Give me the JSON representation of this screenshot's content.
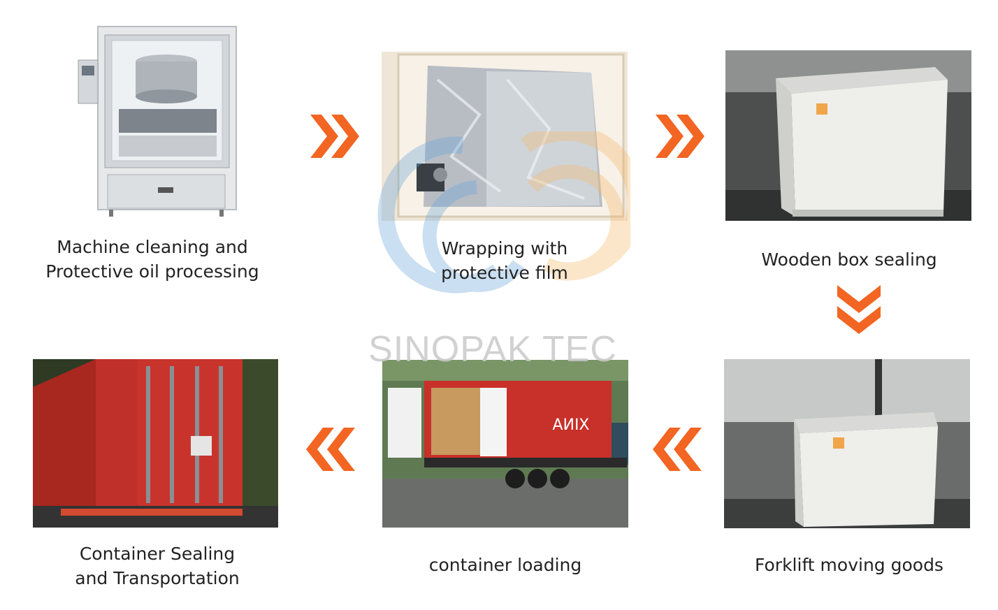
{
  "steps": [
    {
      "line1": "Machine cleaning and",
      "line2": "Protective oil processing"
    },
    {
      "line1": "Wrapping with",
      "line2": "protective film"
    },
    {
      "line1": "Wooden box sealing",
      "line2": ""
    },
    {
      "line1": "Forklift moving goods",
      "line2": ""
    },
    {
      "line1": "container loading",
      "line2": ""
    },
    {
      "line1": "Container Sealing",
      "line2": "and Transportation"
    }
  ],
  "container_text": "XINA",
  "watermark": "SINOPAK TEC",
  "colors": {
    "arrow": "#f26522",
    "container": "#c8302a",
    "logo_blue": "#6aa6d8",
    "logo_orange": "#f5b86b"
  },
  "icons": [
    "double-chevron-right-icon",
    "double-chevron-down-icon",
    "double-chevron-left-icon"
  ]
}
